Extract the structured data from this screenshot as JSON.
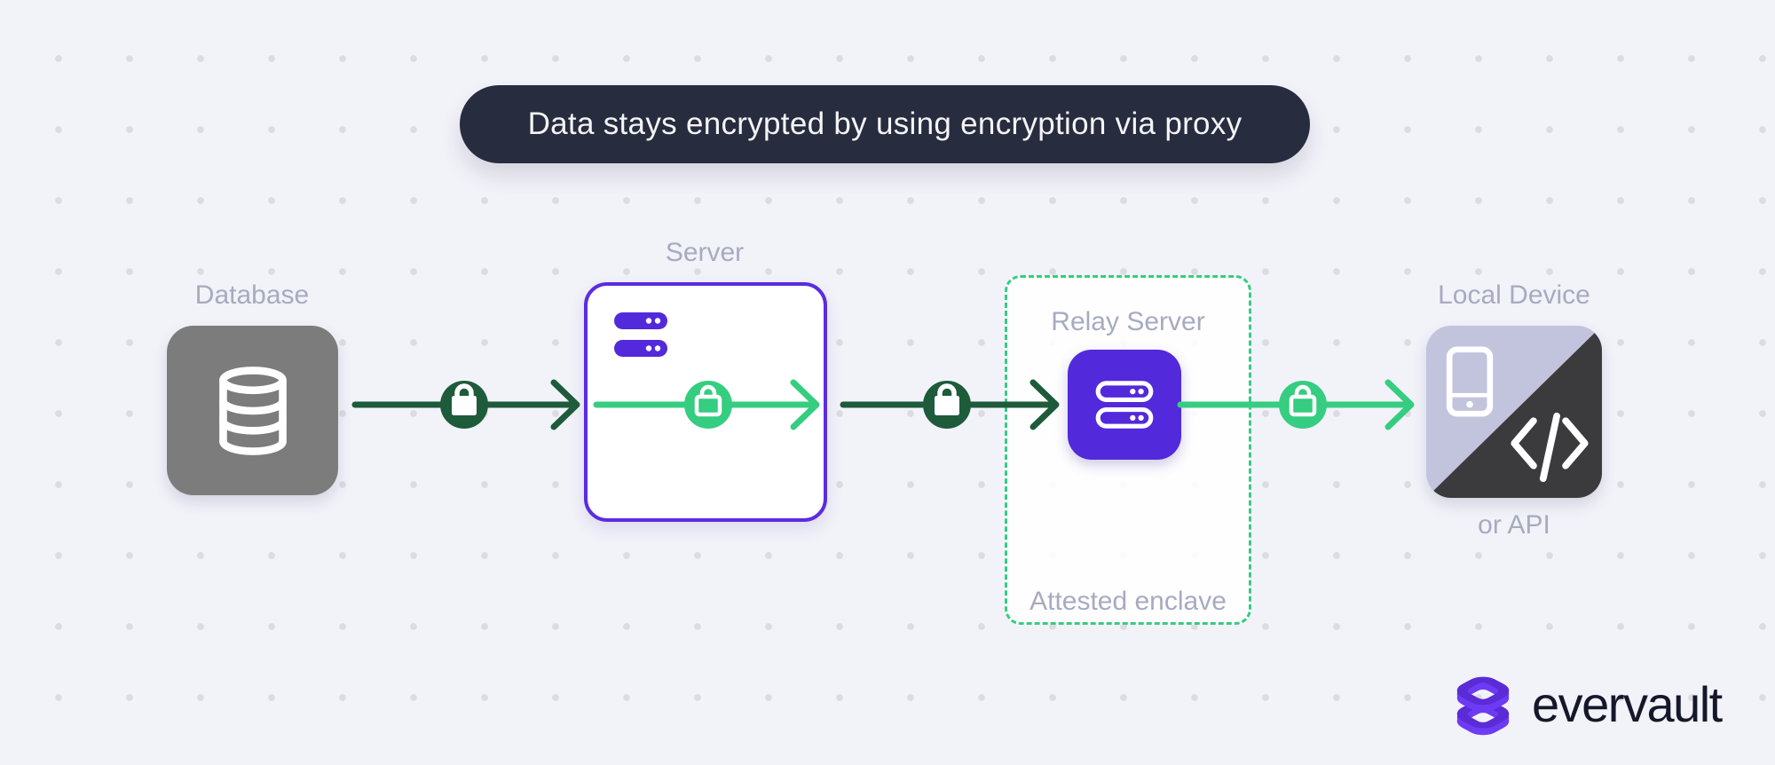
{
  "banner": {
    "text": "Data stays encrypted by using encryption via proxy"
  },
  "nodes": {
    "database": {
      "label": "Database",
      "icon": "database-cylinder-icon"
    },
    "server": {
      "label": "Server",
      "icon": "server-racks-icon"
    },
    "relay": {
      "title": "Relay Server",
      "subtitle": "Attested enclave",
      "icon": "server-racks-icon"
    },
    "device": {
      "label": "Local Device",
      "sublabel": "or API",
      "icons": [
        "mobile-phone-icon",
        "code-brackets-icon"
      ]
    }
  },
  "connections": [
    {
      "from": "database",
      "to": "server",
      "lock": "closed-padlock-icon",
      "style": "dark-green"
    },
    {
      "from": "server-inlet",
      "to": "server-outlet",
      "lock": "closed-padlock-icon",
      "style": "light-green"
    },
    {
      "from": "server",
      "to": "relay-server",
      "lock": "closed-padlock-icon",
      "style": "dark-green"
    },
    {
      "from": "relay-server",
      "to": "local-device",
      "lock": "closed-padlock-icon",
      "style": "light-green"
    }
  ],
  "logo": {
    "brand": "evervault",
    "mark": "evervault-stack-logo"
  },
  "colors": {
    "bg": "#F2F2F9",
    "dot": "#DCDCE0",
    "navy": "#272C3E",
    "banner-text": "#F4F4F6",
    "label": "#A7ABBF",
    "purple": "#5B2CE0",
    "purple-deep": "#5229DB",
    "green": "#35CD80",
    "green-dark": "#1D5B3B",
    "gray-tile": "#7C7C7C",
    "lavender": "#C2C3DD",
    "charcoal": "#3B3B3E",
    "white": "#FFFFFF",
    "wordmark": "#15172A"
  }
}
